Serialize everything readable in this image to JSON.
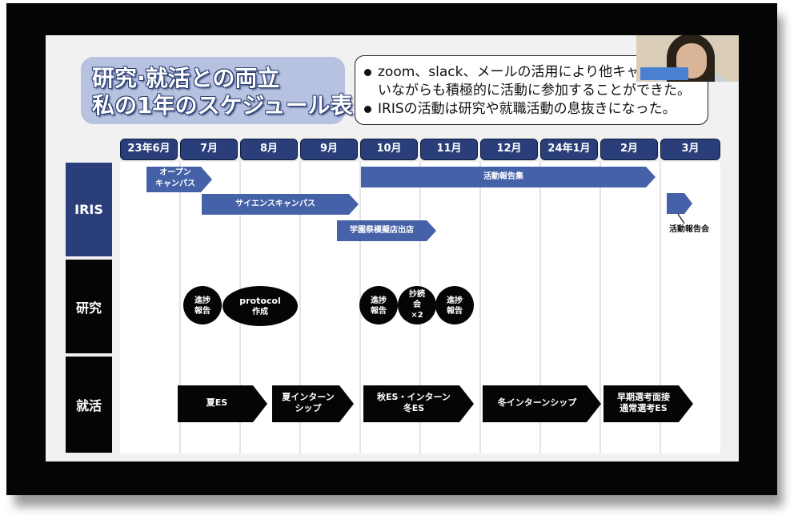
{
  "slide": {
    "title_line1": "研究·就活との両立",
    "title_line2": "私の1年のスケジュール表",
    "notes": [
      "zoom、slack、メールの活用により他キャン",
      "いながらも積極的に活動に参加することができた。",
      "IRISの活動は研究や就職活動の息抜きになった。"
    ]
  },
  "months": [
    "23年6月",
    "7月",
    "8月",
    "9月",
    "10月",
    "11月",
    "12月",
    "24年1月",
    "2月",
    "3月"
  ],
  "rows": [
    "IRIS",
    "研究",
    "就活"
  ],
  "iris": {
    "open_campus": [
      "オープン",
      "キャンパス"
    ],
    "science_campus": "サイエンスキャンパス",
    "activity_report_collection": "活動報告集",
    "festival_stall": "学園祭模擬店出店",
    "activity_report_meeting": "活動報告会"
  },
  "research": {
    "progress_jul": [
      "進捗",
      "報告"
    ],
    "protocol": [
      "protocol",
      "作成"
    ],
    "progress_oct": [
      "進捗",
      "報告"
    ],
    "journal_club": [
      "抄読",
      "会",
      "×2"
    ],
    "progress_nov": [
      "進捗",
      "報告"
    ]
  },
  "job": {
    "summer_es": "夏ES",
    "summer_intern": [
      "夏インターン",
      "シップ"
    ],
    "autumn_es": [
      "秋ES・インターン",
      "冬ES"
    ],
    "winter_intern": "冬インターンシップ",
    "early_selection": [
      "早期選考面接",
      "通常選考ES"
    ]
  },
  "colors": {
    "navy": "#2a3f7a",
    "arrow_blue": "#4562a8",
    "title_box": "#b6c2e0",
    "black": "#050505"
  }
}
